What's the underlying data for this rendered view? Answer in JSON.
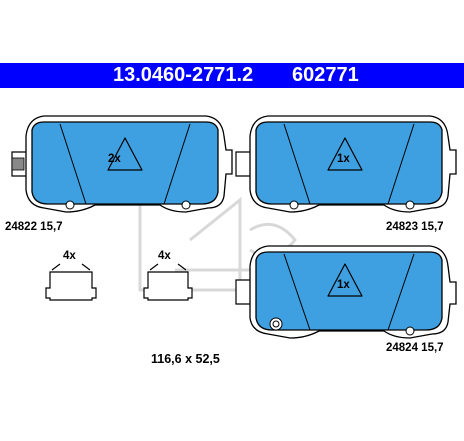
{
  "header": {
    "part_number": "13.0460-2771.2",
    "reference": "602771"
  },
  "pads": [
    {
      "count": "2x",
      "code": "24822 15,7"
    },
    {
      "count": "1x",
      "code": "24823 15,7"
    },
    {
      "count": "1x",
      "code": "24824 15,7"
    }
  ],
  "clips": [
    {
      "count": "4x"
    },
    {
      "count": "4x"
    }
  ],
  "dimensions": "116,6 x 52,5",
  "colors": {
    "header_bg": "#0000ff",
    "header_text": "#ffffff",
    "pad_fill": "#3ea0e0",
    "stroke": "#000000",
    "watermark": "#d8d8d8"
  }
}
